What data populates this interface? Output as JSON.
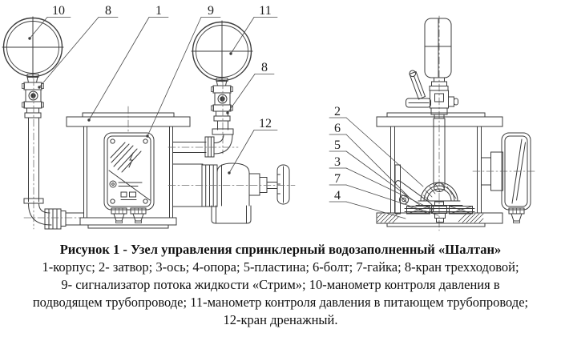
{
  "figure": {
    "caption": {
      "title": "Рисунок 1 - Узел управления спринклерный водозаполненный «Шалтан»",
      "lines": [
        "1-корпус; 2- затвор; 3-ось; 4-опора; 5-пластина; 6-болт; 7-гайка; 8-кран трехходовой;",
        "9- сигнализатор потока жидкости «Стрим»; 10-манометр контроля давления в",
        "подводящем трубопроводе; 11-манометр контроля давления в питающем трубопроводе;",
        "12-кран дренажный."
      ]
    },
    "front_view_callouts": [
      "10",
      "8",
      "1",
      "9",
      "11",
      "8",
      "12"
    ],
    "side_view_callouts": [
      "2",
      "6",
      "5",
      "3",
      "7",
      "4"
    ]
  },
  "colors": {
    "line": "#3c3c3c",
    "text": "#111111",
    "background": "#ffffff"
  }
}
